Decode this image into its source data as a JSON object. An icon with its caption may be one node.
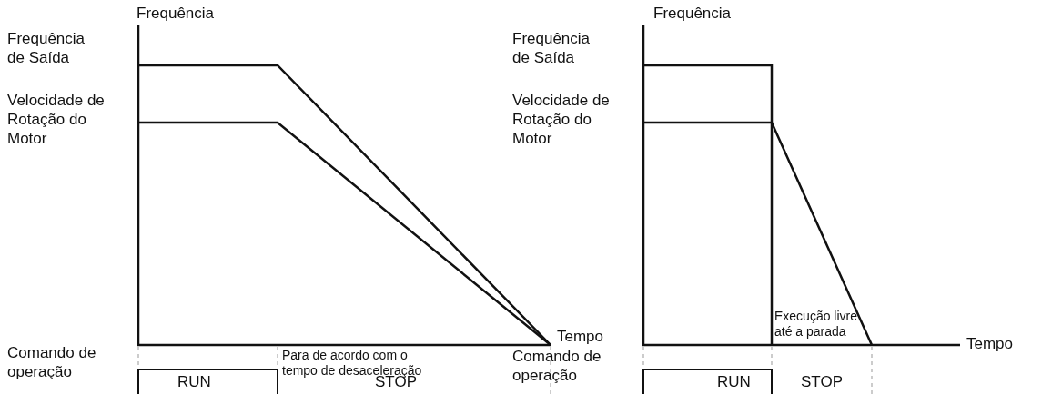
{
  "diagram": {
    "labels": [
      "Frequência",
      "Frequência de Saída",
      "Velocidade de Rotação do Motor",
      "Tempo",
      "Comando de operação",
      "RUN",
      "Para de acordo com o tempo de desaceleração",
      "STOP",
      "Frequência",
      "Frequência de Saída",
      "Velocidade de Rotação do Motor",
      "Execução livre até a parada",
      "Tempo",
      "Comando de operação",
      "RUN",
      "STOP"
    ]
  }
}
